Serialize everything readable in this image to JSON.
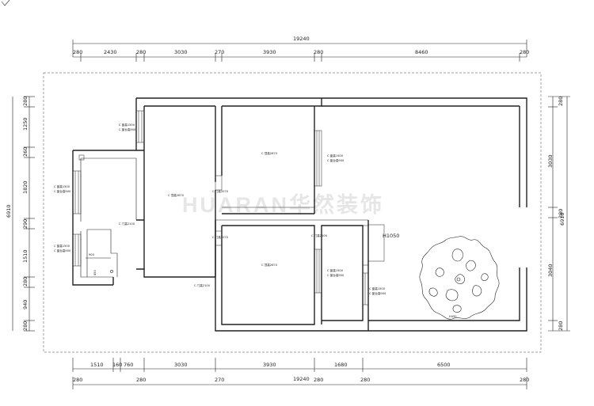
{
  "watermark": "HUARAN华然装饰",
  "dimensions": {
    "top_total": "19240",
    "top_segments": [
      "280",
      "2430",
      "280",
      "3030",
      "270",
      "3930",
      "280",
      "8460",
      "280"
    ],
    "bottom_total": "19240",
    "bottom_inner": [
      "1510",
      "160",
      "760",
      "3030",
      "3930",
      "1680",
      "6500"
    ],
    "bottom_outer": [
      "280",
      "280",
      "270",
      "280",
      "280",
      "280"
    ],
    "left_total": "6910",
    "left_segments": [
      "280",
      "1250",
      "260",
      "1820",
      "290",
      "1510",
      "280",
      "940",
      "280"
    ],
    "right_total": "6910",
    "right_segments": [
      "280",
      "3030",
      "280",
      "3040",
      "280"
    ]
  },
  "annotations": {
    "window_label_1": "C 窗高1500",
    "window_label_2": "C 窗台高900",
    "door_label": "C 门高2100",
    "door_label_2": "C 门高2070",
    "room_height": "C 顶高2670",
    "small_w": "900",
    "small_h": "450",
    "side_label": "H1050",
    "tree_label": "H450"
  }
}
